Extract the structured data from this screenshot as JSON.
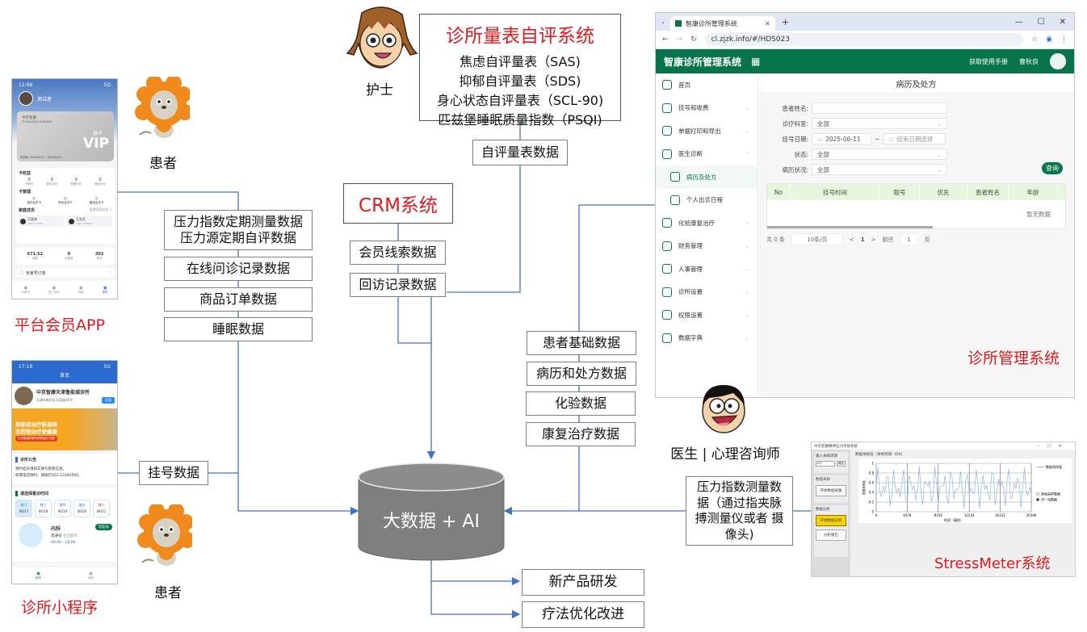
{
  "nurse": {
    "label": "护士"
  },
  "scale_system": {
    "title": "诊所量表自评系统",
    "items": [
      "焦虑自评量表（SAS)",
      "抑郁自评量表（SDS)",
      "身心状态自评量表（SCL-90)",
      "匹兹堡睡眠质量指数（PSQI)"
    ],
    "output": "自评量表数据"
  },
  "crm_system": {
    "title": "CRM系统",
    "outputs": [
      "会员线索数据",
      "回访记录数据"
    ]
  },
  "member_app": {
    "label": "平台会员APP",
    "patient_label": "患者",
    "outputs": [
      "压力指数定期测量数据\n压力源定期自评数据",
      "在线问诊记录数据",
      "商品订单数据",
      "睡眠数据"
    ],
    "screen": {
      "time": "11:06",
      "signal": "5G",
      "user": "测试者",
      "card_brand": "中京智康",
      "card_brand_en": "ZHONGJING ZHIKANG",
      "card_level": "银卡",
      "card_vip": "VIP",
      "card_validity": "有效期: 2024/06/20 - 2025/06/19",
      "benefits_title": "卡权益",
      "benefits": [
        {
          "value": "0",
          "label": "专家号"
        },
        {
          "value": "0",
          "label": "图文问诊"
        },
        {
          "value": "0",
          "label": "视频问诊"
        },
        {
          "value": "0",
          "label": "最优问诊"
        }
      ],
      "card_mgmt_title": "卡管理",
      "card_mgmt": [
        "我的会员卡",
        "购买会员卡",
        "赠送会员卡"
      ],
      "family_title": "家庭成员",
      "family_manage": "管理家庭成员 >",
      "family": [
        {
          "name": "王医林",
          "phone": "150****3320"
        },
        {
          "name": "王先生",
          "phone": "136****6666"
        }
      ],
      "stats": [
        {
          "value": "671.52",
          "label": "余额"
        },
        {
          "value": "0",
          "label": "优惠券"
        },
        {
          "value": "302",
          "label": "积分"
        }
      ],
      "order_link": "专家号订单",
      "tabs": [
        "专家号",
        "线上问诊",
        "商城",
        "我的"
      ]
    }
  },
  "mini_program": {
    "label": "诊所小程序",
    "patient_label": "患者",
    "output": "挂号数据",
    "screen": {
      "time": "17:19",
      "signal": "5G",
      "page_title": "首页",
      "clinic_name": "中京智康天津鲁能城诊所",
      "clinic_address": "天津市南开区天塔道30号",
      "share_button": "分享",
      "banner_line1": "抑郁症治疗新选择",
      "banner_line2": "非药物治疗更健康",
      "banner_tag": "中京智康抑郁非药物治疗方案",
      "notice_title": "诊所公告",
      "notice_line1": "预约挂号请如实填写患者信息。",
      "notice_line2": "如需电话预约，请拨打022-23345566。",
      "schedule_title": "请选择看诊时间",
      "days": [
        {
          "week": "周二",
          "date": "06/17"
        },
        {
          "week": "周三",
          "date": "06/18"
        },
        {
          "week": "周四",
          "date": "06/19"
        },
        {
          "week": "周五",
          "date": "06/20"
        },
        {
          "week": "周六",
          "date": "06/21"
        }
      ],
      "dept": "内科",
      "bookable": "可挂号",
      "ticket_type": "普通号",
      "doctor_title": "主治医师",
      "hours": "09:00 - 18:00",
      "tabs": [
        "挂号",
        "我的"
      ]
    }
  },
  "clinic_system": {
    "label": "诊所管理系统",
    "outputs": [
      "患者基础数据",
      "病历和处方数据",
      "化验数据",
      "康复治疗数据"
    ],
    "browser": {
      "tab_title": "智康诊所管理系统",
      "url": "cl.zjzk.info/#/HDS023",
      "app_title": "智康诊所管理系统",
      "manual_link": "获取使用手册",
      "user_name": "曹秋良",
      "page_title": "病历及处方",
      "sidebar": [
        {
          "label": "首页",
          "chev": ""
        },
        {
          "label": "挂号和收费",
          "chev": "⌄"
        },
        {
          "label": "单据打印和导出",
          "chev": "⌄"
        },
        {
          "label": "医生诊断",
          "chev": "⌃"
        },
        {
          "label": "病历及处方",
          "chev": ""
        },
        {
          "label": "个人出诊日程",
          "chev": ""
        },
        {
          "label": "化验康复治疗",
          "chev": "⌄"
        },
        {
          "label": "财务管理",
          "chev": "⌄"
        },
        {
          "label": "人事管理",
          "chev": "⌄"
        },
        {
          "label": "诊所设置",
          "chev": "⌄"
        },
        {
          "label": "权限设置",
          "chev": "⌄"
        },
        {
          "label": "数据字典",
          "chev": "⌄"
        }
      ],
      "form": {
        "patient_name_label": "患者姓名:",
        "patient_name_value": "",
        "dept_label": "诊疗科室:",
        "dept_value": "全部",
        "date_label": "挂号日期:",
        "date_start": "2025-06-11",
        "date_sep": "~",
        "date_end_placeholder": "结束日期选择",
        "status_label": "状态:",
        "status_value": "全部",
        "record_label": "病历状况:",
        "record_value": "全部",
        "query_button": "查询"
      },
      "table": {
        "columns": [
          "No",
          "挂号时间",
          "取号",
          "优先",
          "患者姓名",
          "年龄"
        ],
        "empty_text": "暂无数据"
      },
      "pager": {
        "total": "共 0 条",
        "page_size": "10条/页",
        "prev": "<",
        "current": "1",
        "next": ">",
        "goto_label": "前往",
        "goto_value": "1",
        "page_unit": "页"
      }
    }
  },
  "doctor": {
    "label": "医生 | 心理咨询师"
  },
  "stressmeter": {
    "label": "StressMeter系统",
    "output": "压力指数测量数据（通过指夹脉搏测量仪或者 摄像头)",
    "screen": {
      "window_title": "中京智康精神压力评估系统",
      "input_group": "输入采样周期",
      "input_value": "100",
      "confirm_button": "确定",
      "collect_group": "数据采样",
      "collect_button": "开始数据采集",
      "analyze_group": "数据分析",
      "analyze_button": "开始数据分析",
      "report_button": "分析报告",
      "chart_title": "数据采样值（采样周期: 100)",
      "legend": "数据采样值",
      "radio_options": [
        "原始采样数据",
        "归一化数据"
      ],
      "xlabel": "时间（毫秒）",
      "ylabel": "数据采样值",
      "xticks": [
        "0",
        "4078",
        "8156",
        "12234",
        "16312",
        "20390"
      ],
      "yticks": [
        "0",
        "0.2",
        "0.4",
        "0.6",
        "0.8",
        "1"
      ]
    }
  },
  "core": {
    "label": "大数据 + AI"
  },
  "outcomes": [
    "新产品研发",
    "疗法优化改进"
  ],
  "colors": {
    "accent_red": "#e0191e",
    "wire": "#4472c4",
    "clinic_green": "#07744a",
    "db_gray": "#7f7f7f"
  }
}
